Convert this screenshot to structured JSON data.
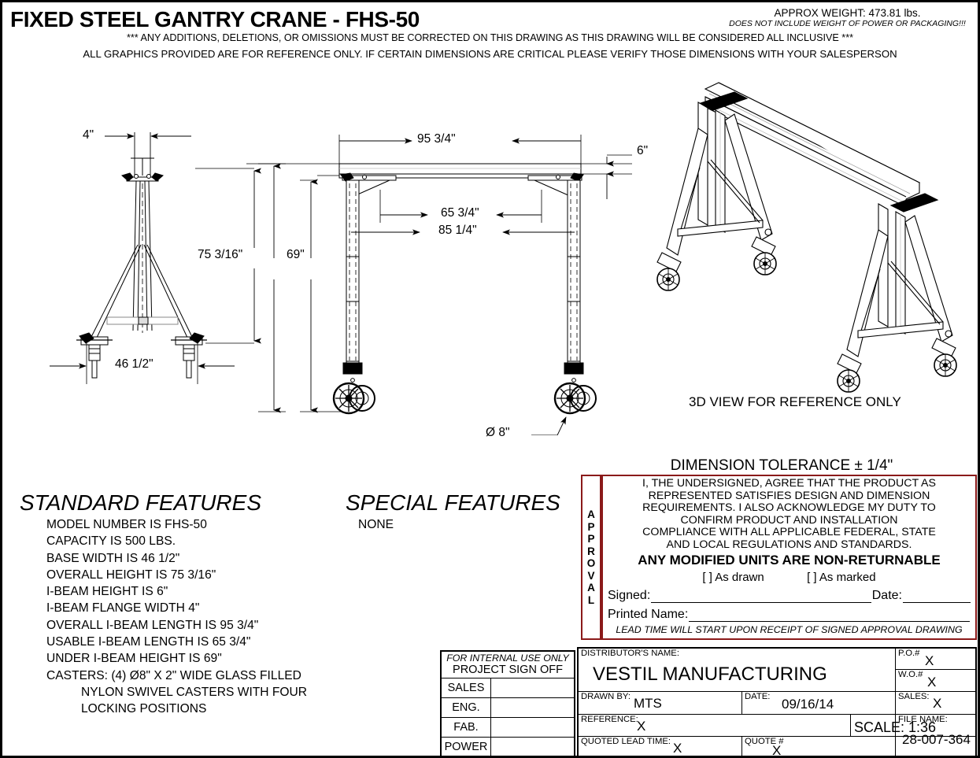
{
  "header": {
    "title": "FIXED STEEL GANTRY CRANE - FHS-50",
    "weight": "APPROX WEIGHT: 473.81 lbs.",
    "weight_note": "DOES NOT INCLUDE WEIGHT OF POWER OR PACKAGING!!!",
    "notice_line1": "*** ANY ADDITIONS, DELETIONS, OR OMISSIONS MUST BE CORRECTED ON THIS DRAWING AS THIS DRAWING WILL BE CONSIDERED ALL INCLUSIVE ***",
    "notice_line2": "ALL GRAPHICS PROVIDED ARE FOR REFERENCE ONLY. IF CERTAIN DIMENSIONS ARE CRITICAL PLEASE VERIFY THOSE DIMENSIONS WITH YOUR SALESPERSON"
  },
  "drawing": {
    "dimensions": {
      "flange_width": "4\"",
      "overall_height": "75 3/16\"",
      "base_width": "46 1/2\"",
      "beam_length": "95 3/4\"",
      "usable_length": "65 3/4\"",
      "span_outer": "85 1/4\"",
      "under_beam_height": "69\"",
      "beam_height": "6\"",
      "caster_diameter": "Ø 8\""
    },
    "view_caption_3d": "3D VIEW FOR REFERENCE ONLY"
  },
  "standard_features": {
    "heading": "STANDARD FEATURES",
    "items": [
      "MODEL NUMBER IS FHS-50",
      "CAPACITY IS 500 LBS.",
      "BASE WIDTH IS  46 1/2\"",
      "OVERALL HEIGHT IS  75 3/16\"",
      "I-BEAM HEIGHT IS 6\"",
      "I-BEAM FLANGE WIDTH 4\"",
      "OVERALL I-BEAM LENGTH IS  95 3/4\"",
      "USABLE I-BEAM LENGTH IS  65 3/4\"",
      "UNDER I-BEAM HEIGHT IS 69\"",
      "CASTERS: (4) Ø8\" X 2\" WIDE GLASS FILLED"
    ],
    "items_cont": [
      "NYLON SWIVEL CASTERS WITH FOUR",
      "LOCKING POSITIONS"
    ]
  },
  "special_features": {
    "heading": "SPECIAL FEATURES",
    "items": [
      "NONE"
    ]
  },
  "approval": {
    "dimension_tolerance": "DIMENSION TOLERANCE ± 1/4\"",
    "tab_label": "APPROVAL",
    "paragraph": [
      "I, THE UNDERSIGNED, AGREE THAT THE PRODUCT AS",
      "REPRESENTED SATISFIES DESIGN AND DIMENSION",
      "REQUIREMENTS.  I ALSO ACKNOWLEDGE MY DUTY TO",
      "CONFIRM PRODUCT AND INSTALLATION",
      "COMPLIANCE WITH ALL APPLICABLE FEDERAL, STATE",
      "AND LOCAL REGULATIONS AND STANDARDS."
    ],
    "bold_notice": "ANY MODIFIED UNITS ARE NON-RETURNABLE",
    "check_as_drawn": "[   ] As drawn",
    "check_as_marked": "[   ] As marked",
    "signed_label": "Signed:",
    "date_label": "Date:",
    "printed_name_label": "Printed Name:",
    "footer": "LEAD TIME WILL START UPON RECEIPT OF SIGNED APPROVAL DRAWING",
    "border_color": "#8B1A1A"
  },
  "signoff": {
    "header_line1": "FOR INTERNAL USE ONLY",
    "header_line2": "PROJECT SIGN OFF",
    "rows": [
      {
        "label": "SALES",
        "value": ""
      },
      {
        "label": "ENG.",
        "value": ""
      },
      {
        "label": "FAB.",
        "value": ""
      },
      {
        "label": "POWER",
        "value": ""
      }
    ]
  },
  "titleblock": {
    "distributor_label": "DISTRIBUTOR'S NAME:",
    "distributor_value": "VESTIL MANUFACTURING",
    "po_label": "P.O.#",
    "po_value": "X",
    "wo_label": "W.O.#",
    "wo_value": "X",
    "drawn_by_label": "DRAWN BY:",
    "drawn_by_value": "MTS",
    "date_label": "DATE:",
    "date_value": "09/16/14",
    "sales_label": "SALES:",
    "sales_value": "X",
    "reference_label": "REFERENCE:",
    "reference_value": "X",
    "scale_label": "SCALE: 1:36",
    "file_name_label": "FILE NAME:",
    "file_name_value": "28-007-364",
    "quoted_lead_time_label": "QUOTED LEAD TIME:",
    "quoted_lead_time_value": "X",
    "quote_label": "QUOTE #",
    "quote_value": "X"
  }
}
